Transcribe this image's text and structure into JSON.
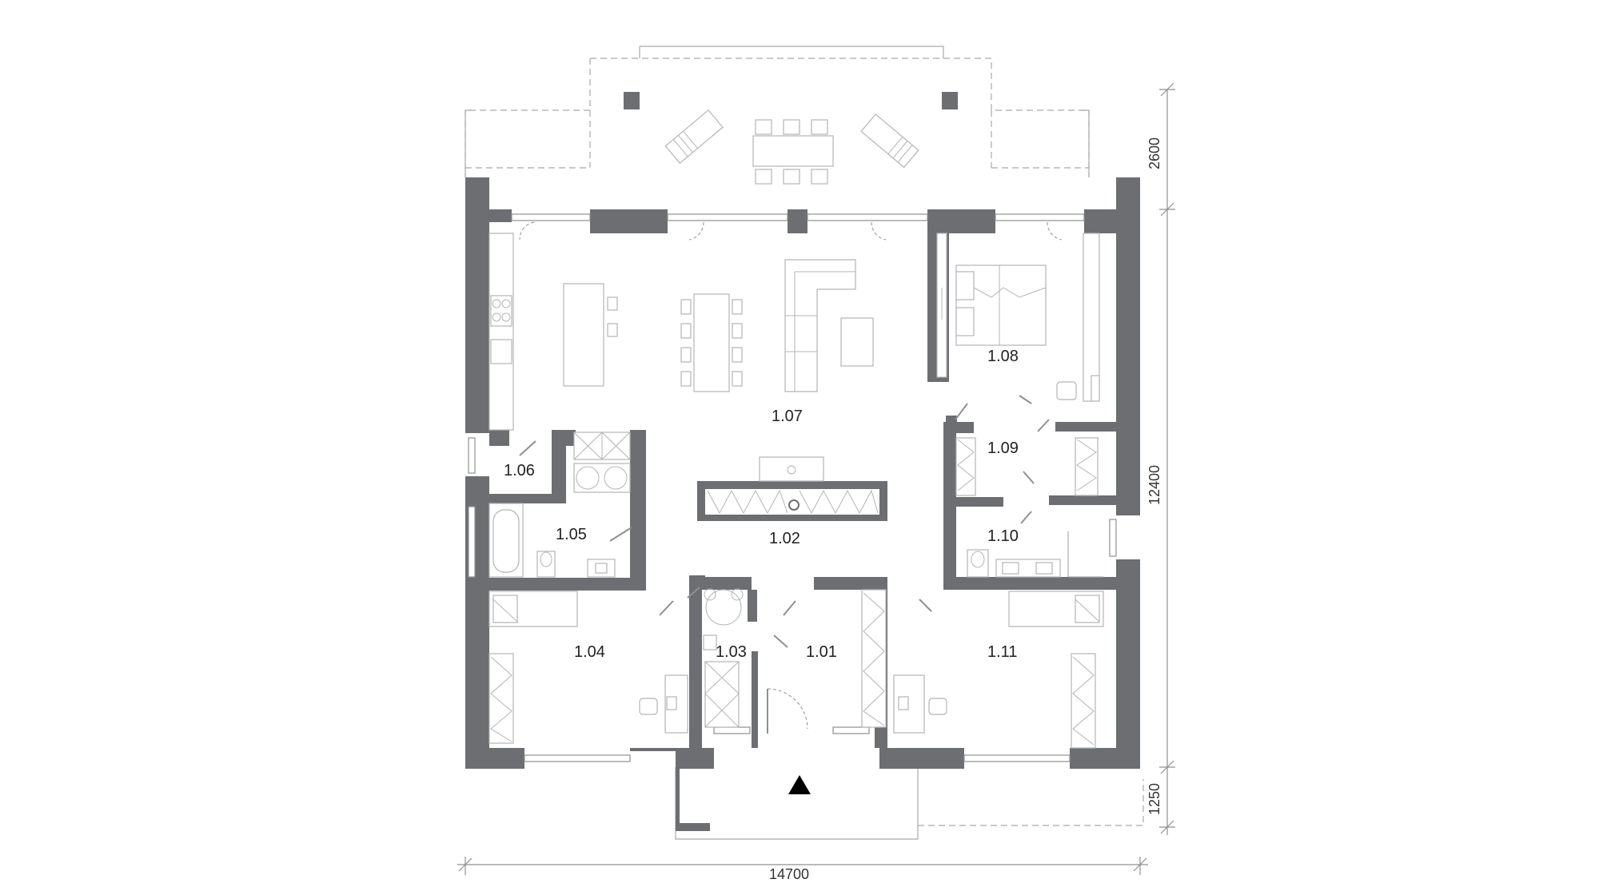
{
  "rooms": {
    "r101": "1.01",
    "r102": "1.02",
    "r103": "1.03",
    "r104": "1.04",
    "r105": "1.05",
    "r106": "1.06",
    "r107": "1.07",
    "r108": "1.08",
    "r109": "1.09",
    "r110": "1.10",
    "r111": "1.11"
  },
  "dimensions": {
    "overall_width": "14700",
    "terrace_depth": "2600",
    "house_depth": "12400",
    "entrance_depth": "1250"
  },
  "colors": {
    "wall": "#6d6e71",
    "lines": "#a8a9ad",
    "text": "#222222"
  }
}
